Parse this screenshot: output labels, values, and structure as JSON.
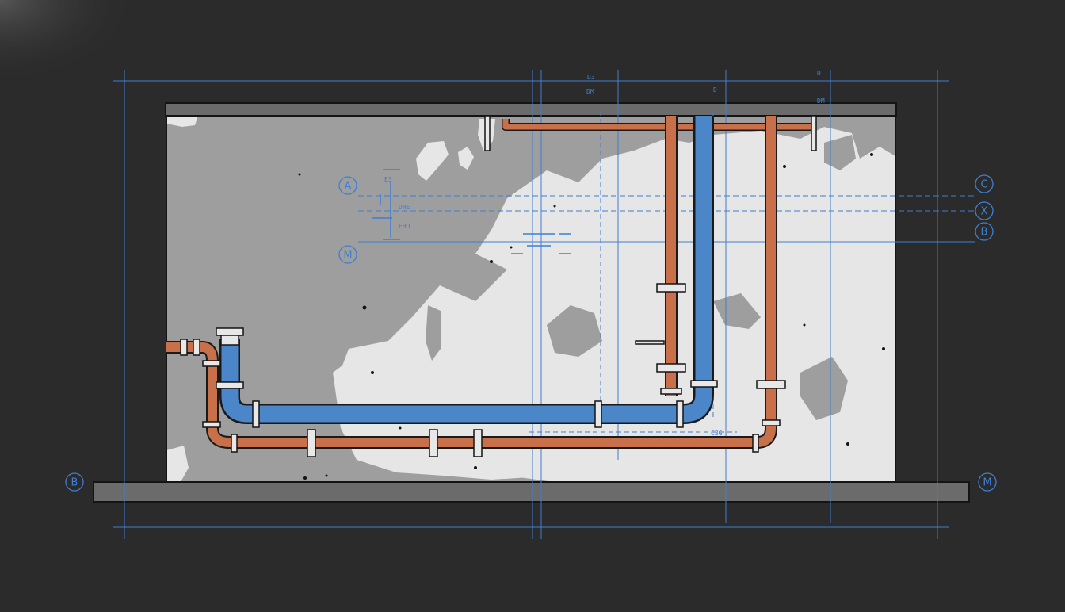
{
  "colors": {
    "background": "#2b2b2b",
    "wall_base": "#9e9e9e",
    "plaster": "#e6e6e6",
    "slab": "#6b6b6b",
    "outline": "#141414",
    "grid_line": "#3f7fd0",
    "copper_pipe": "#c8704a",
    "blue_pipe": "#4a86c8",
    "pipe_outline": "#1a1a1a",
    "bracket": "#e8e8e8"
  },
  "grid_bubbles": {
    "left_top": "A",
    "left_mid": "M",
    "right_1": "C",
    "right_2": "X",
    "right_3": "B",
    "bottom_left": "B",
    "bottom_right": "M"
  },
  "annotations": {
    "top_a": "D3",
    "top_b": "DM",
    "top_c": "D",
    "top_right_a": "D",
    "top_right_b": "DM",
    "left_a": "E3",
    "left_b": "DHE",
    "left_c": "EHD",
    "pipe_note": "C3G"
  }
}
